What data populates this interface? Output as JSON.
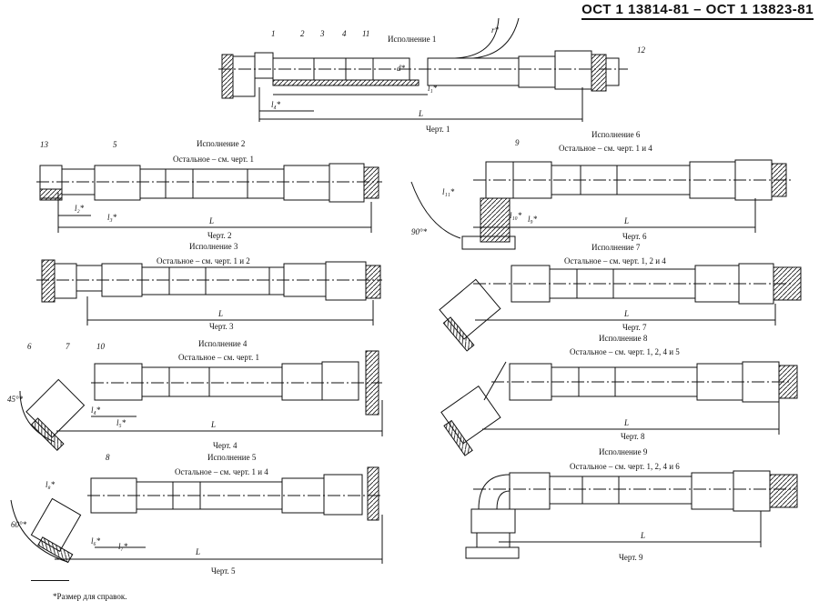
{
  "header": "ОСТ 1 13814-81 – ОСТ 1 13823-81",
  "drawings": [
    {
      "id": "1",
      "variant": "Исполнение 1",
      "note": "",
      "caption": "Черт. 1"
    },
    {
      "id": "2",
      "variant": "Исполнение 2",
      "note": "Остальное – см. черт. 1",
      "caption": "Черт. 2"
    },
    {
      "id": "3",
      "variant": "Исполнение 3",
      "note": "Остальное – см. черт. 1 и 2",
      "caption": "Черт. 3"
    },
    {
      "id": "4",
      "variant": "Исполнение 4",
      "note": "Остальное – см. черт. 1",
      "caption": "Черт. 4"
    },
    {
      "id": "5",
      "variant": "Исполнение 5",
      "note": "Остальное – см. черт. 1 и 4",
      "caption": "Черт. 5"
    },
    {
      "id": "6",
      "variant": "Исполнение 6",
      "note": "Остальное – см. черт. 1 и 4",
      "caption": "Черт. 6"
    },
    {
      "id": "7",
      "variant": "Исполнение 7",
      "note": "Остальное – см. черт. 1, 2 и 4",
      "caption": "Черт. 7"
    },
    {
      "id": "8",
      "variant": "Исполнение 8",
      "note": "Остальное – см. черт. 1, 2, 4 и 5",
      "caption": "Черт. 8"
    },
    {
      "id": "9",
      "variant": "Исполнение 9",
      "note": "Остальное – см. черт. 1, 2, 4 и 6",
      "caption": "Черт. 9"
    }
  ],
  "dimensions": {
    "L": "L",
    "l1": "l₁*",
    "l2": "l₂*",
    "l3": "l₃*",
    "l4": "l₄*",
    "l5": "l₅*",
    "l6": "l₆*",
    "l7": "l₇*",
    "l8": "l₈*",
    "l9": "l₉*",
    "l10": "l₁₀*",
    "l11": "l₁₁*",
    "r": "r*",
    "d": "d*",
    "a45": "45°*",
    "a60": "60°*",
    "a90": "90°*"
  },
  "leaders": [
    "1",
    "2",
    "3",
    "4",
    "11",
    "12",
    "13",
    "5",
    "6",
    "7",
    "10",
    "8",
    "9"
  ],
  "footnote": "*Размер для справок."
}
